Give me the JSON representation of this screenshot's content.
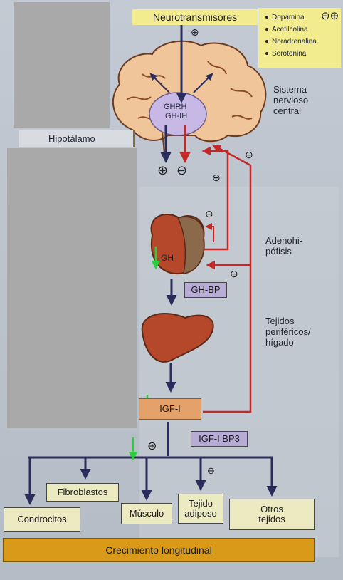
{
  "title": "Neurotransmisores",
  "legend": [
    "Dopamina",
    "Acetilcolina",
    "Noradrenalina",
    "Serotonina"
  ],
  "legend_sign": "⊖⊕",
  "hypothalamus_label": "Hipotálamo",
  "hormones": {
    "ghrh": "GHRH",
    "ghih": "GH-IH"
  },
  "cns_label": "Sistema nervioso central",
  "pituitary_label": "Adenohi- pófisis",
  "gh_label": "GH",
  "ghbp_label": "GH-BP",
  "liver_label": "Tejidos periféricos/ hígado",
  "igf_label": "IGF-I",
  "igfbp_label": "IGF-I BP3",
  "plus": "⊕",
  "minus": "⊖",
  "targets": [
    "Condrocitos",
    "Fibroblastos",
    "Músculo",
    "Tejido adiposo",
    "Otros tejidos"
  ],
  "result": "Crecimiento longitudinal",
  "colors": {
    "stimulation": "#2a2d5c",
    "inhibition": "#c62828",
    "decrease": "#2ecc40",
    "organ": "#b5472a",
    "gland": "#8a6a4a"
  }
}
